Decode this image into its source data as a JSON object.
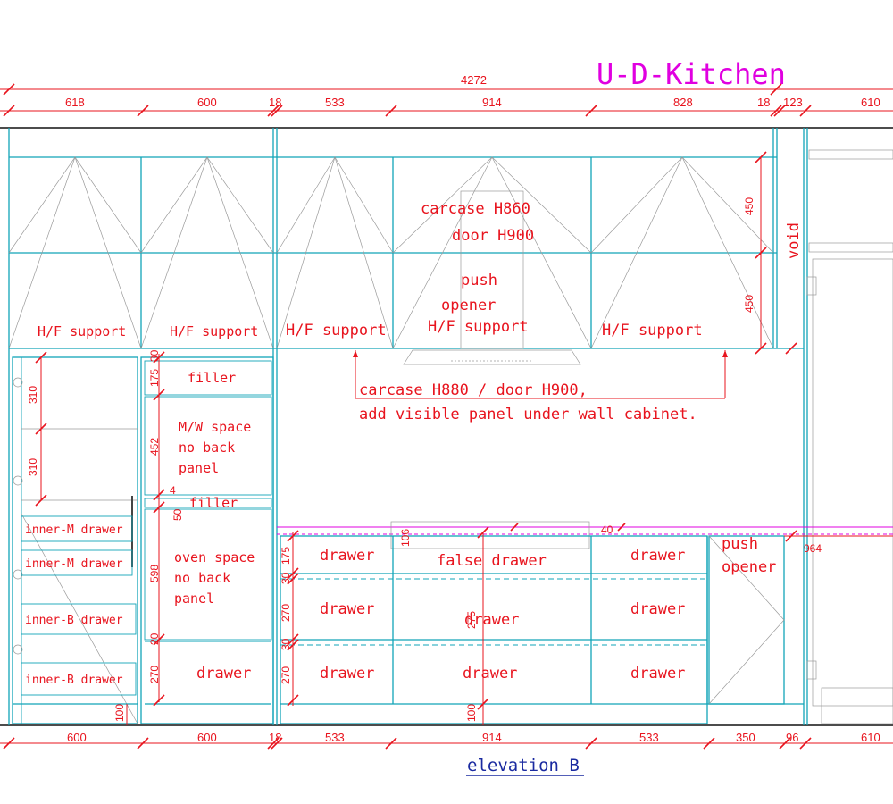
{
  "title": "U-D-Kitchen",
  "caption": "elevation B",
  "dims_top": {
    "overall": "4272",
    "d1": "618",
    "d2": "600",
    "d3": "18",
    "d4": "533",
    "d5": "914",
    "d6": "828",
    "d7": "18",
    "d8": "123",
    "d9": "610"
  },
  "dims_bottom": {
    "d1": "600",
    "d2": "600",
    "d3": "18",
    "d4": "533",
    "d5": "914",
    "d6": "533",
    "d7": "350",
    "d8": "96",
    "d9": "610"
  },
  "dims_vertical": {
    "wall_upper": "450",
    "wall_lower": "450",
    "tall_310a": "310",
    "tall_310b": "310",
    "mw_30": "30",
    "mw_175": "175",
    "mw_452": "452",
    "mw_4": "4",
    "oven_50": "50",
    "oven_598": "598",
    "oven_20": "20",
    "oven_270": "270",
    "base_175": "175",
    "base_30a": "30",
    "base_270a": "270",
    "base_30b": "30",
    "base_270b": "270",
    "kick_left": "100",
    "kick_mid": "100",
    "hob_106": "106",
    "hob_40": "40",
    "center_275": "275",
    "right_964": "964"
  },
  "labels": {
    "carcase_h860": "carcase H860",
    "door_h900": "door H900",
    "push_opener_top_1": "push",
    "push_opener_top_2": "opener",
    "hf_support": "H/F support",
    "note_line1": "carcase H880 / door H900,",
    "note_line2": "add visible panel under wall cabinet.",
    "void": "void",
    "filler": "filler",
    "mw_space_1": "M/W space",
    "mw_space_2": "no back",
    "mw_space_3": "panel",
    "oven_space_1": "oven space",
    "oven_space_2": "no back",
    "oven_space_3": "panel",
    "inner_m_drawer": "inner-M drawer",
    "inner_b_drawer": "inner-B drawer",
    "drawer": "drawer",
    "false_drawer": "false drawer",
    "push_opener_right_1": "push",
    "push_opener_right_2": "opener"
  },
  "colors": {
    "annotation": "#e8141e",
    "cabinet_outline": "#12a5b8",
    "title": "#e000e0",
    "caption": "#1a2aa0"
  }
}
